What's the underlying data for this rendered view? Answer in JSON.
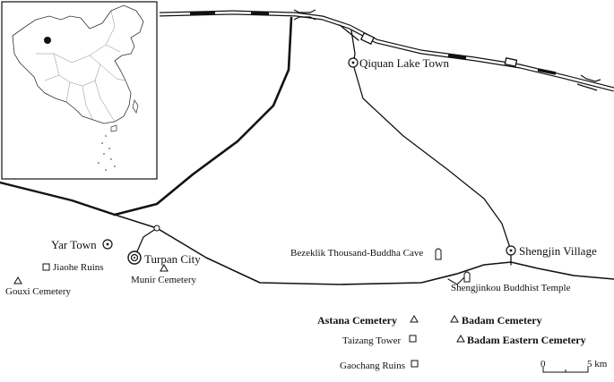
{
  "places": {
    "qiquan": "Qiquan Lake Town",
    "shengjin": "Shengjin Village",
    "yar": "Yar Town",
    "turpan": "Turpan City",
    "jiaohe": "Jiaohe Ruins",
    "gouxi": "Gouxi Cemetery",
    "munir": "Munir Cemetery",
    "bezeklik": "Bezeklik Thousand-Buddha Cave",
    "shengjinkou": "Shengjinkou Buddhist Temple",
    "astana": "Astana Cemetery",
    "badam": "Badam Cemetery",
    "badam_eastern": "Badam Eastern Cemetery",
    "taizang": "Taizang Tower",
    "gaochang": "Gaochang Ruins"
  },
  "scale_bar": {
    "start": "0",
    "end": "5 km"
  },
  "icons": {
    "town": "circle-dot-icon",
    "city": "double-circle-icon",
    "ruins": "square-icon",
    "cemetery": "triangle-icon",
    "cave": "arch-icon"
  },
  "colors": {
    "ink": "#111111",
    "background": "#ffffff"
  }
}
